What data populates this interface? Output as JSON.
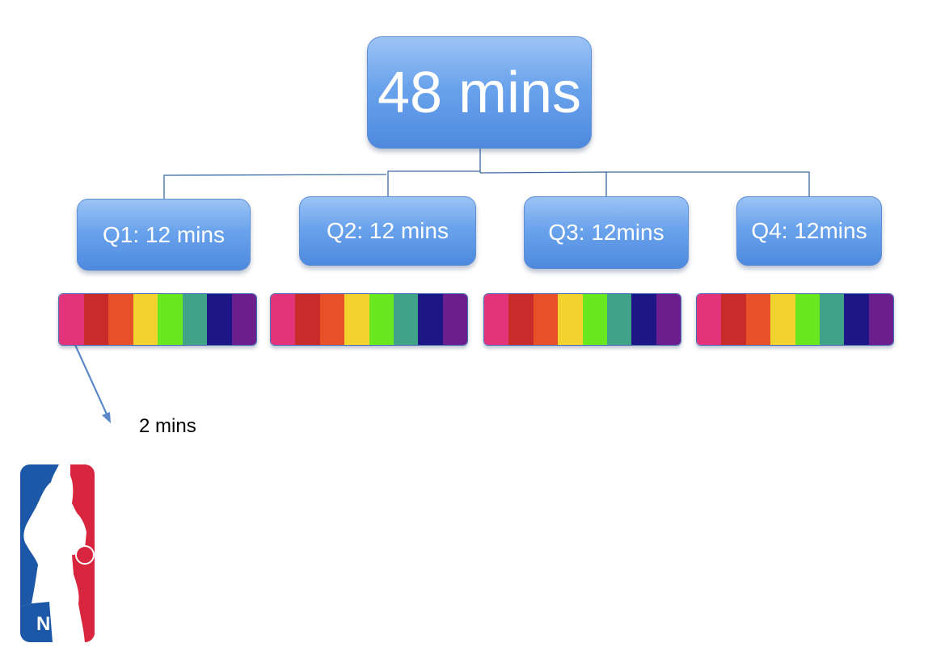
{
  "root": {
    "label": "48 mins"
  },
  "quarters": [
    {
      "label": "Q1: 12 mins"
    },
    {
      "label": "Q2: 12 mins"
    },
    {
      "label": "Q3: 12mins"
    },
    {
      "label": "Q4: 12mins"
    }
  ],
  "segment_colors": [
    "#e3337a",
    "#c92a2a",
    "#e8502a",
    "#f2d22e",
    "#6ae81f",
    "#3fa388",
    "#1c1686",
    "#6a1f8c"
  ],
  "segment_label": "2 mins",
  "logo": {
    "text": "NBA",
    "colors": {
      "blue": "#1d58a8",
      "red": "#d7263d"
    }
  },
  "colors": {
    "box_fill": "#6aa3ec",
    "connector": "#3a6aa3",
    "arrow": "#5a88c8"
  }
}
